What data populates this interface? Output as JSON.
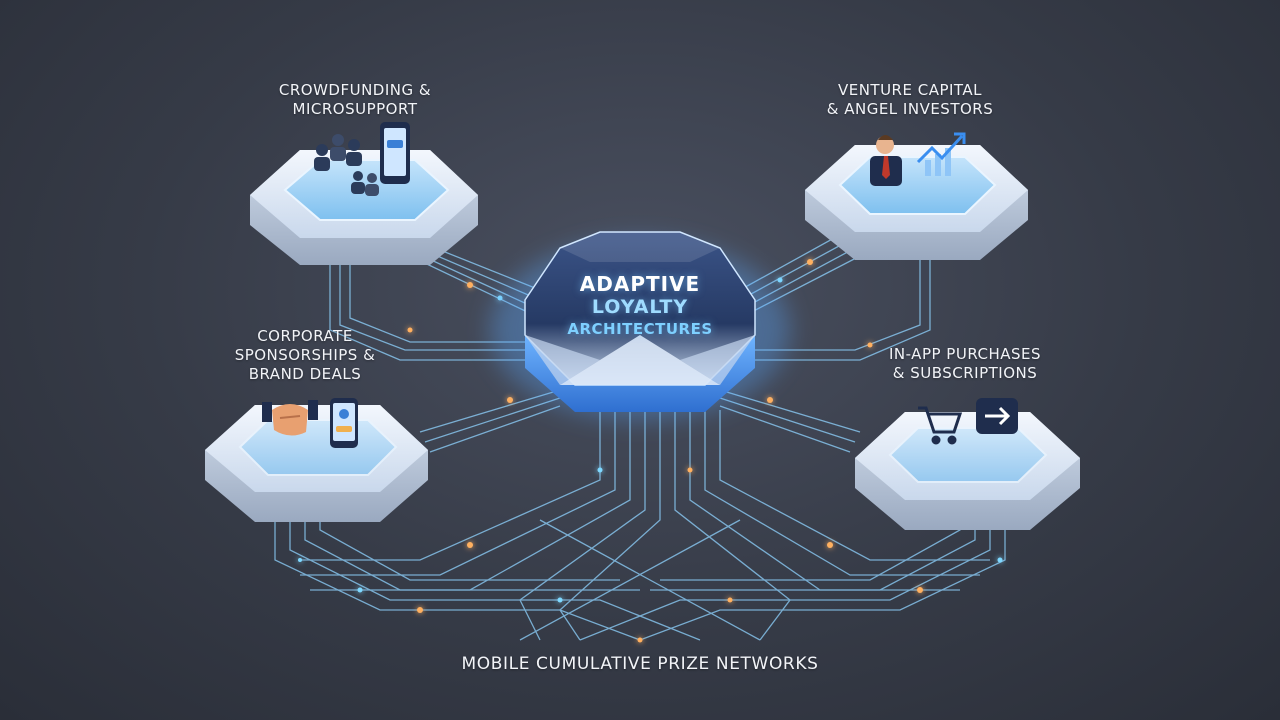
{
  "hub": {
    "title_line1": "ADAPTIVE",
    "title_line2": "LOYALTY",
    "title_line3": "ARCHITECTURES"
  },
  "nodes": {
    "crowdfunding": {
      "line1": "CROWDFUNDING &",
      "line2": "MICROSUPPORT"
    },
    "venture": {
      "line1": "VENTURE CAPITAL",
      "line2": "& ANGEL INVESTORS"
    },
    "corporate": {
      "line1": "CORPORATE",
      "line2": "SPONSORSHIPS &",
      "line3": "BRAND DEALS"
    },
    "inapp": {
      "line1": "IN-APP PURCHASES",
      "line2": "& SUBSCRIPTIONS"
    }
  },
  "footer": {
    "label": "MOBILE CUMULATIVE PRIZE NETWORKS"
  },
  "colors": {
    "background": "#363b47",
    "circuit_line": "#8fd3ff",
    "glow_dot_blue": "#7fd8ff",
    "glow_dot_orange": "#ffb060",
    "platform_top": "#dfe9f7",
    "platform_inner": "#9fd0f5",
    "hub_core": "#2d3e66"
  },
  "icons": [
    "people-icon",
    "phone-icon",
    "investor-icon",
    "growth-chart-icon",
    "handshake-icon",
    "phone-card-icon",
    "cart-icon",
    "arrow-right-icon"
  ]
}
